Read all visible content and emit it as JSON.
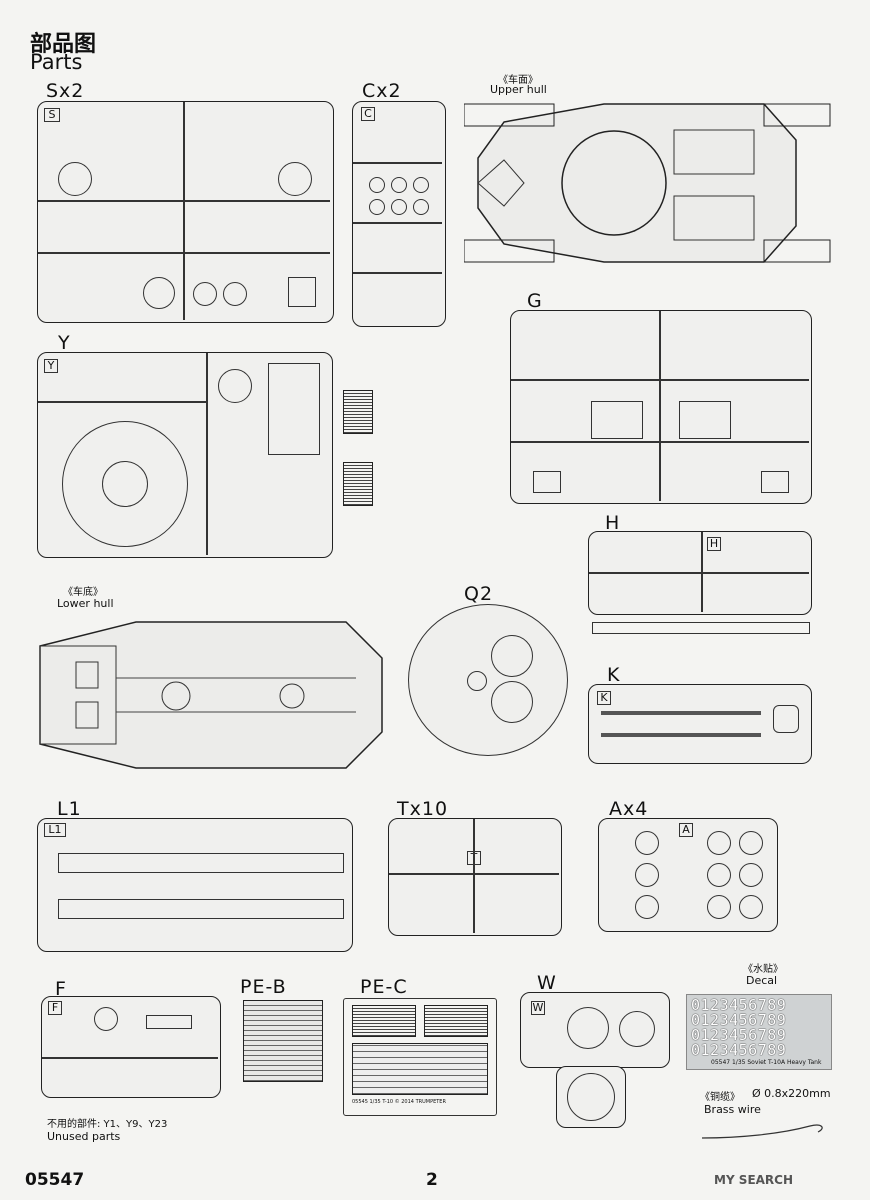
{
  "header": {
    "title_cn": "部品图",
    "title_en": "Parts"
  },
  "sprues": {
    "s": {
      "label": "Sx2",
      "tag": "S"
    },
    "c": {
      "label": "Cx2",
      "tag": "C"
    },
    "upper_hull": {
      "label_cn": "《车面》",
      "label_en": "Upper hull"
    },
    "g": {
      "label": "G"
    },
    "y": {
      "label": "Y",
      "tag": "Y"
    },
    "h": {
      "label": "H",
      "tag": "H"
    },
    "lower_hull": {
      "label_cn": "《车底》",
      "label_en": "Lower hull"
    },
    "q2": {
      "label": "Q2"
    },
    "k": {
      "label": "K",
      "tag": "K"
    },
    "l1": {
      "label": "L1",
      "tag": "L1"
    },
    "t": {
      "label": "Tx10",
      "tag": "T"
    },
    "a": {
      "label": "Ax4",
      "tag": "A"
    },
    "f": {
      "label": "F",
      "tag": "F"
    },
    "pe_b": {
      "label": "PE-B"
    },
    "pe_c": {
      "label": "PE-C",
      "caption": "05545 1/35 T-10 © 2014 TRUMPETER"
    },
    "w": {
      "label": "W",
      "tag": "W"
    }
  },
  "decal": {
    "label_cn": "《水贴》",
    "label_en": "Decal",
    "rows": [
      "0123456789",
      "0123456789",
      "0123456789",
      "0123456789"
    ],
    "caption": "05547 1/35 Soviet T-10A Heavy Tank"
  },
  "brass": {
    "label_cn": "《铜缆》",
    "spec": "Ø 0.8x220mm",
    "label_en": "Brass wire"
  },
  "unused": {
    "label_cn": "不用的部件: Y1、Y9、Y23",
    "label_en": "Unused parts"
  },
  "footer": {
    "code": "05547",
    "page": "2",
    "watermark": "MY SEARCH"
  }
}
